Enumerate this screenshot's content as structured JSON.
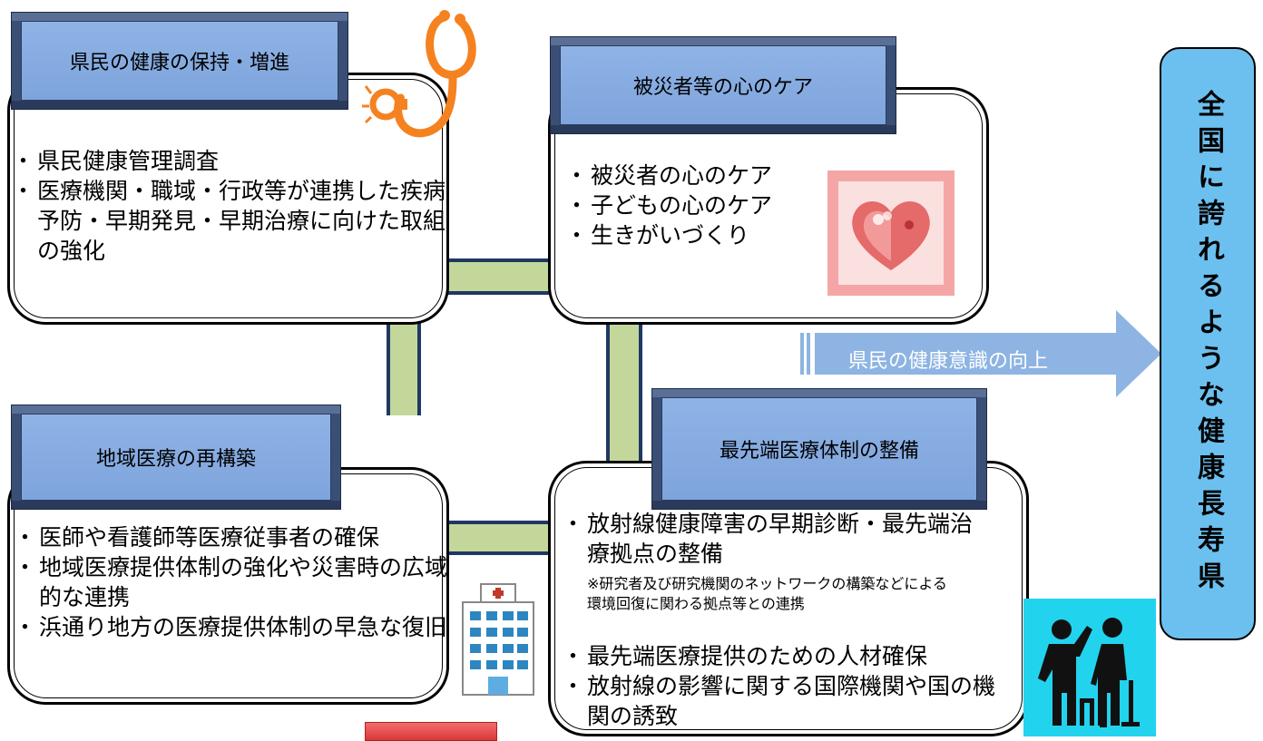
{
  "blocks": {
    "health": {
      "title": "県民の健康の保持・増進",
      "items": [
        "県民健康管理調査",
        "医療機関・職域・行政等が連携した疾病予防・早期発見・早期治療に向けた取組の強化"
      ]
    },
    "mental": {
      "title": "被災者等の心のケア",
      "items": [
        "被災者の心のケア",
        "子どもの心のケア",
        "生きがいづくり"
      ]
    },
    "regional": {
      "title": "地域医療の再構築",
      "items": [
        "医師や看護師等医療従事者の確保",
        "地域医療提供体制の強化や災害時の広域的な連携",
        "浜通り地方の医療提供体制の早急な復旧"
      ]
    },
    "advanced": {
      "title": "最先端医療体制の整備",
      "item1": "放射線健康障害の早期診断・最先端治療拠点の整備",
      "note": "※研究者及び研究機関のネットワークの構築などによる環境回復に関わる拠点等との連携",
      "items_after": [
        "最先端医療提供のための人材確保",
        "放射線の影響に関する国際機関や国の機関の誘致"
      ]
    }
  },
  "arrow_label": "県民の健康意識の向上",
  "goal": "全国に誇れるような健康長寿県",
  "colors": {
    "plate": "#7ea4dc",
    "connector": "#c4d79b",
    "connector_border": "#1f3864",
    "arrow": "#8db4e2",
    "goal": "#6cc0ef",
    "heart_bg": "#f4a6a6",
    "stethoscope": "#f58220",
    "elderly_bg": "#22d3ee",
    "bottom_banner": "#e94b4b"
  },
  "icons": [
    "stethoscope-icon",
    "heart-icon",
    "hospital-icon",
    "elderly-people-icon"
  ]
}
